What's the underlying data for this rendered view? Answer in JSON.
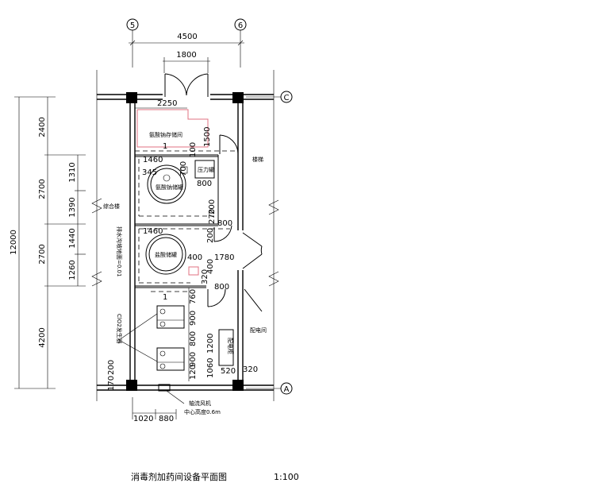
{
  "grid_labels": {
    "col_left": "5",
    "col_right": "6",
    "row_top": "C",
    "row_bottom": "A"
  },
  "dims_top": {
    "overall": "4500",
    "door": "1800"
  },
  "dims_left": {
    "total": "12000",
    "seg_top": "2400",
    "seg_mid1": "2700",
    "seg_mid2": "2700",
    "seg_bottom": "4200",
    "sub1": "1310",
    "sub2": "1390",
    "sub3": "1440",
    "sub4": "1260"
  },
  "dims_inner": {
    "d2250": "2250",
    "d1500": "1500",
    "d1460a": "1460",
    "d345": "345",
    "d100": "100",
    "d700": "700",
    "d800a": "800",
    "d200a": "200",
    "d270": "270",
    "d800b": "800",
    "d200b": "200",
    "d1460b": "1460",
    "d400": "400",
    "d1780": "1780",
    "d320a": "320",
    "d400b": "400",
    "d800c": "800",
    "d760": "760",
    "d900a": "900",
    "d800d": "800",
    "d900b": "900",
    "d1200": "1200",
    "d1060": "1060",
    "d520": "520",
    "d320b": "320",
    "d120": "120",
    "d170": "170",
    "d200c": "200",
    "d1020": "1020",
    "d880": "880",
    "one_a": "1",
    "one_b": "1"
  },
  "rooms": {
    "storage": "氨酸钠存储间",
    "tank_a": "氨酸钠储罐",
    "tank_b": "盐酸储罐",
    "equip": "压力罐",
    "equip2": "配电柜",
    "left_room": "综合楼",
    "right_room_top": "楼梯",
    "right_room_bottom": "配电间",
    "elevation_note": "排水沟坡地面=0.01",
    "clo2": "ClO2发生器",
    "fan": "轴流风机",
    "fan_height": "中心高度0.6m"
  },
  "title": {
    "text": "消毒剂加药间设备平面图",
    "scale": "1:100"
  }
}
